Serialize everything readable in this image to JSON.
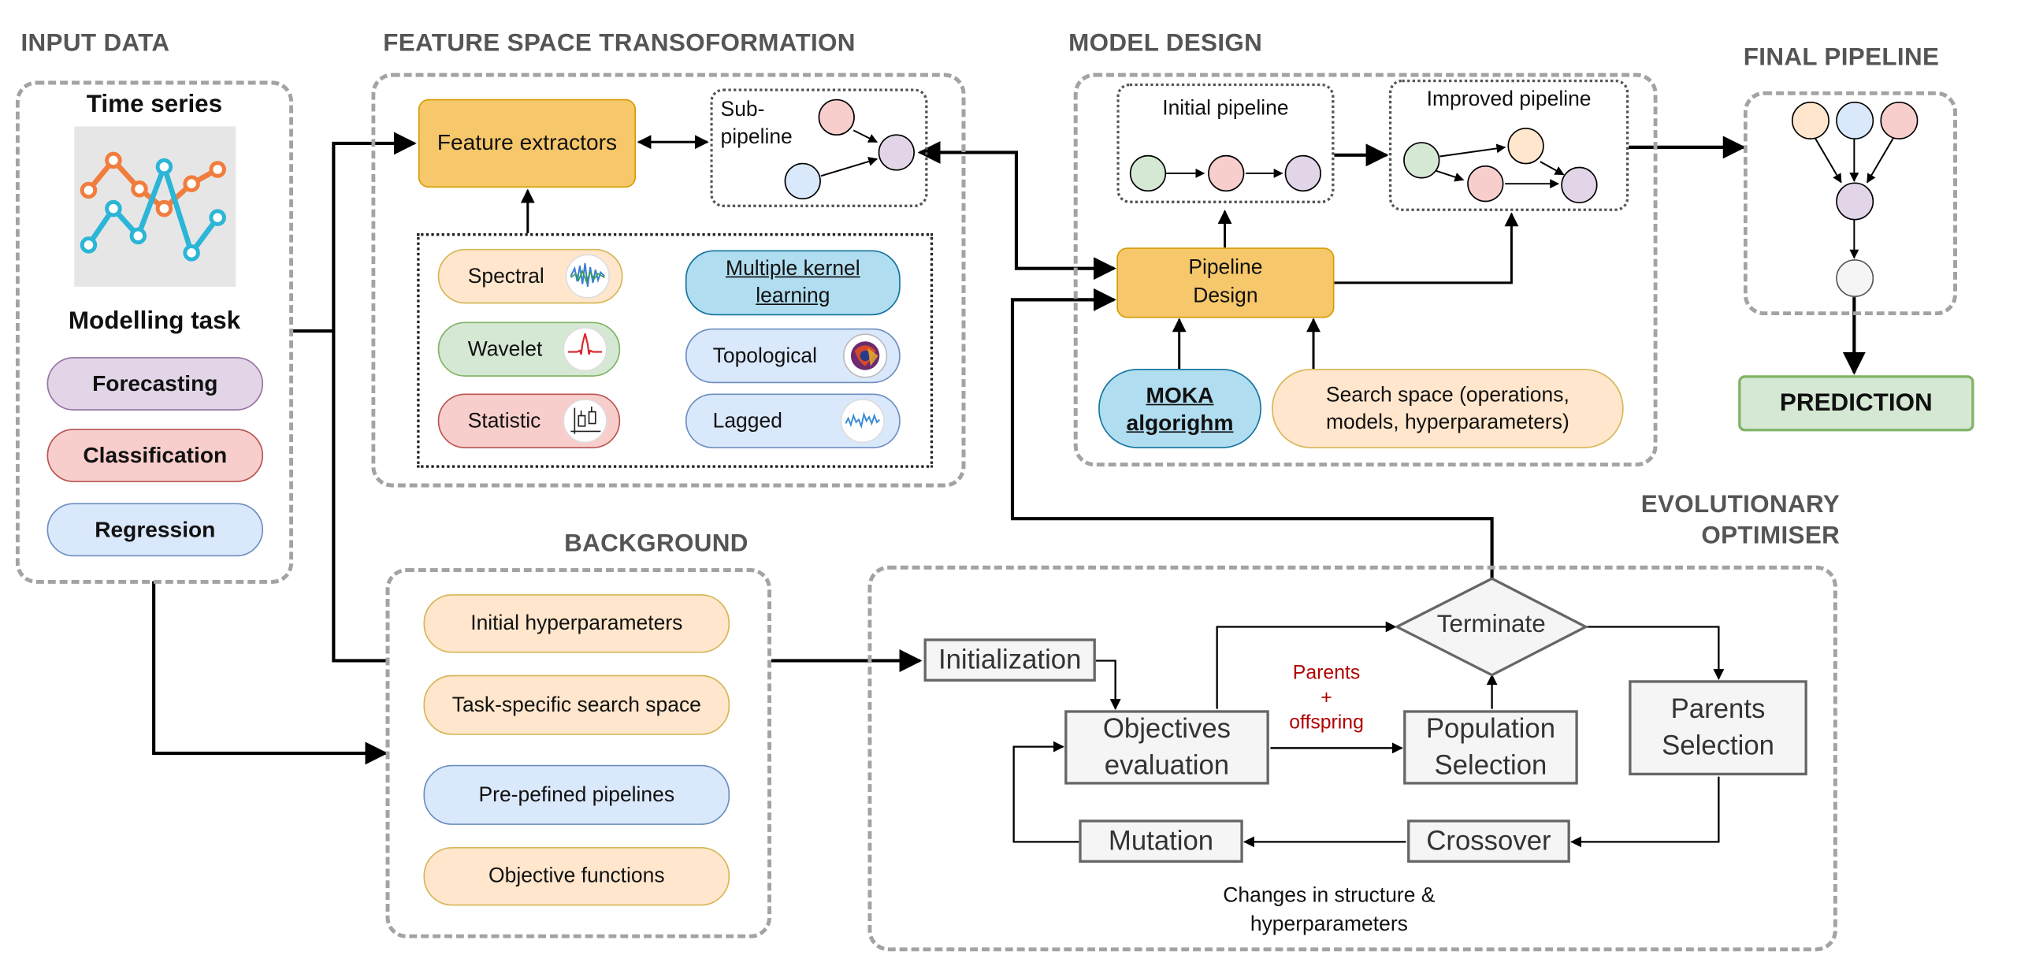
{
  "sections": {
    "input_data": "INPUT DATA",
    "feature_space": "FEATURE SPACE TRANSOFORMATION",
    "model_design": "MODEL DESIGN",
    "final_pipeline": "FINAL PIPELINE",
    "background": "BACKGROUND",
    "evolutionary_line1": "EVOLUTIONARY",
    "evolutionary_line2": "OPTIMISER"
  },
  "input": {
    "time_series": "Time series",
    "modelling_task": "Modelling task",
    "tasks": [
      "Forecasting",
      "Classification",
      "Regression"
    ]
  },
  "feature": {
    "extractors": "Feature extractors",
    "subpipeline_line1": "Sub-",
    "subpipeline_line2": "pipeline",
    "methods_left": [
      "Spectral",
      "Wavelet",
      "Statistic"
    ],
    "mkl_line1": "Multiple kernel",
    "mkl_line2": "learning",
    "methods_right": [
      "Topological",
      "Lagged"
    ]
  },
  "model": {
    "initial_pipeline": "Initial pipeline",
    "improved_pipeline": "Improved pipeline",
    "design_line1": "Pipeline",
    "design_line2": "Design",
    "moka_line1": "MOKA",
    "moka_line2": "algorighm",
    "search_line1": "Search space (operations,",
    "search_line2": "models, hyperparameters)"
  },
  "final": {
    "prediction": "PREDICTION"
  },
  "background_items": [
    "Initial hyperparameters",
    "Task-specific search space",
    "Pre-pefined pipelines",
    "Objective functions"
  ],
  "optimiser": {
    "initialization": "Initialization",
    "objectives_line1": "Objectives",
    "objectives_line2": "evaluation",
    "population_line1": "Population",
    "population_line2": "Selection",
    "terminate": "Terminate",
    "parents_sel_line1": "Parents",
    "parents_sel_line2": "Selection",
    "mutation": "Mutation",
    "crossover": "Crossover",
    "parents_offspring_line1": "Parents",
    "parents_offspring_line2": "+",
    "parents_offspring_line3": "offspring",
    "changes_line1": "Changes in structure &",
    "changes_line2": "hyperparameters"
  },
  "colors": {
    "panel_border": "#a3a3a3",
    "orange_box": "#f6c86b",
    "purple": "#e1d5e7",
    "red": "#f8cecc",
    "blue": "#dae8fc",
    "green": "#d5e8d4",
    "light_orange": "#ffe6cc",
    "cyan": "#b1ddf0",
    "accent_text": "#b20000"
  }
}
